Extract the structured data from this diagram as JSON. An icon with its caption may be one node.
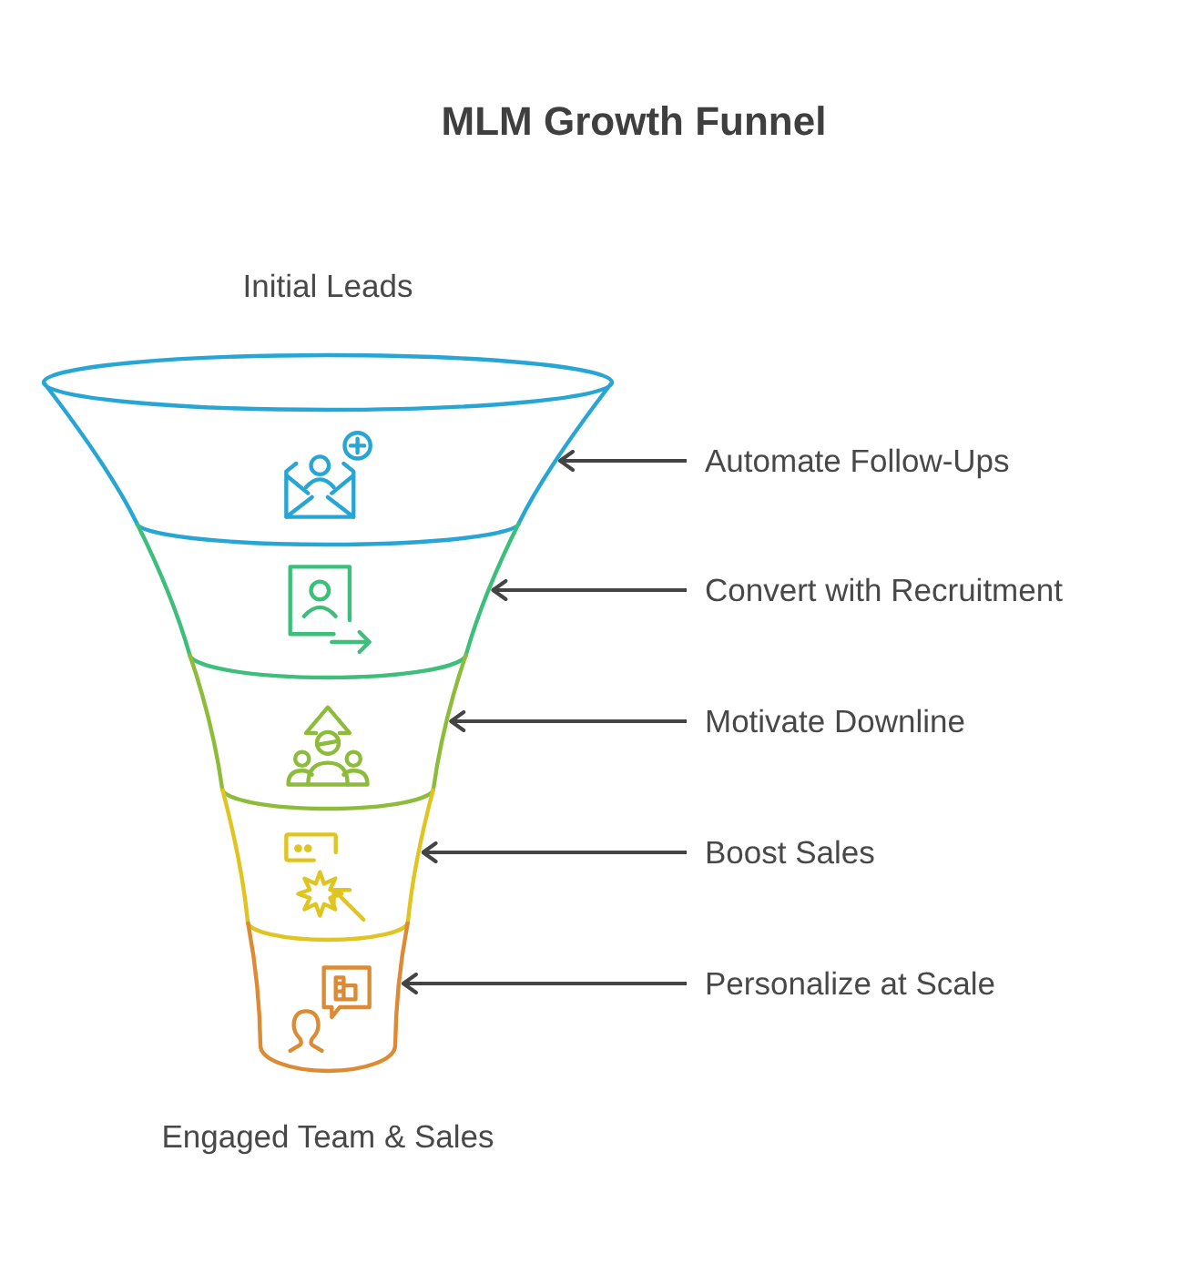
{
  "diagram": {
    "title": "MLM Growth Funnel",
    "nodes": [
      {
        "text": [],
        "shape": "band"
      },
      {
        "text": [],
        "shape": "band"
      },
      {
        "text": [],
        "shape": "band"
      },
      {
        "text": [],
        "shape": "band"
      },
      {
        "text": [],
        "shape": "band"
      },
      {
        "text": [
          "Automate Follow-Ups"
        ]
      },
      {
        "text": [
          "Convert with Recruitment"
        ]
      },
      {
        "text": [
          "Motivate Downline"
        ]
      },
      {
        "text": [
          "Boost Sales"
        ]
      },
      {
        "text": [
          "Personalize at Scale"
        ]
      }
    ],
    "edges": [
      {
        "from": 5,
        "to": 0,
        "arrow": "to"
      },
      {
        "from": 6,
        "to": 1,
        "arrow": "to"
      },
      {
        "from": 7,
        "to": 2,
        "arrow": "to"
      },
      {
        "from": 8,
        "to": 3,
        "arrow": "to"
      },
      {
        "from": 9,
        "to": 4,
        "arrow": "to"
      }
    ],
    "labels": [
      "Initial Leads",
      "Engaged Team & Sales"
    ]
  }
}
